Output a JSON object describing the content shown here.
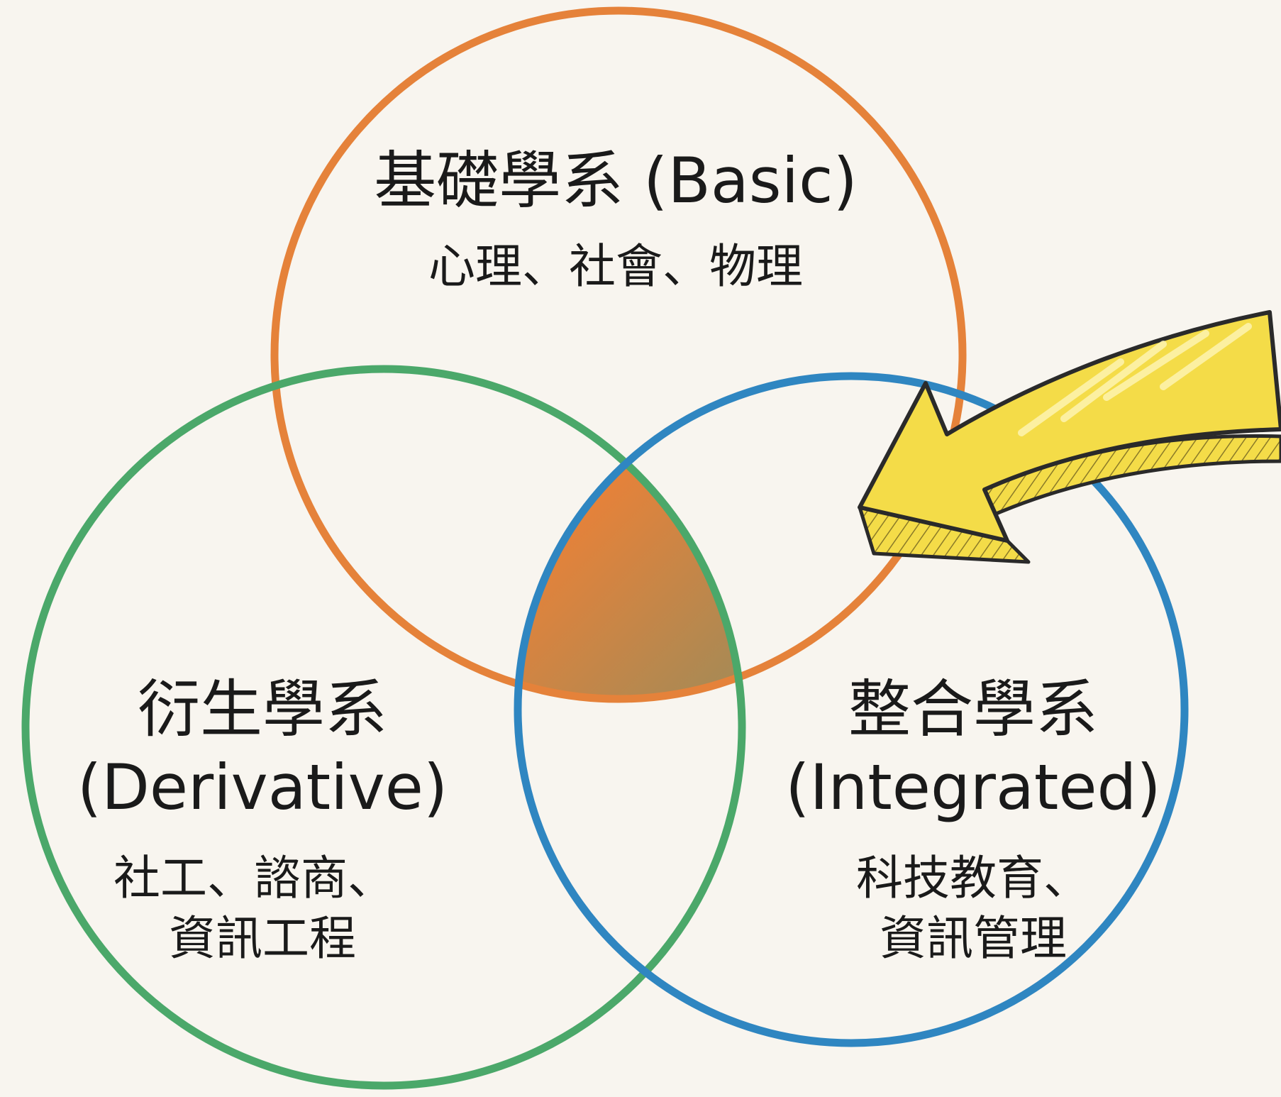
{
  "colors": {
    "background": "#f8f5ef",
    "basic": "#e5823a",
    "derivative": "#4ba86a",
    "integrated": "#2f86c1",
    "arrow_fill": "#f4dc48",
    "arrow_outline": "#2a2a2a"
  },
  "basic": {
    "title": "基礎學系 (Basic)",
    "items": "心理、社會、物理"
  },
  "derivative": {
    "title_zh": "衍生學系",
    "title_en": "(Derivative)",
    "items_line1": "社工、諮商、",
    "items_line2": "資訊工程"
  },
  "integrated": {
    "title_zh": "整合學系",
    "title_en": "(Integrated)",
    "items_line1": "科技教育、",
    "items_line2": "資訊管理"
  },
  "icons": {
    "arrow": "curved-arrow-icon"
  }
}
